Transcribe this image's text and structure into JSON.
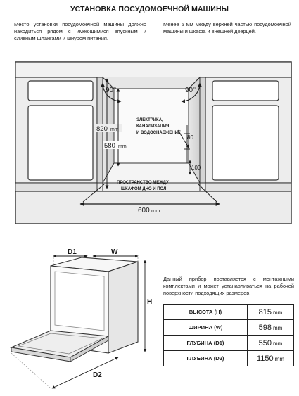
{
  "title": "УСТАНОВКА ПОСУДОМОЕЧНОЙ МАШИНЫ",
  "intro_left": "Место установки посудомоечной машины должно находиться рядом с имеющимися впускным и сливным шлангами и шнуром питания.",
  "intro_right": "Менее 5 мм между верхней частью посудомоечной машины и шкафа и внешней дверцей.",
  "top_diagram": {
    "angle_left": "90°",
    "angle_right": "90°",
    "height_820": "820",
    "height_580": "580",
    "unit_mm": "mm",
    "utilities_line1": "ЭЛЕКТРИКА,",
    "utilities_line2": "КАНАЛИЗАЦИЯ",
    "utilities_line3": "И ВОДОСНАБЖЕНИЕ",
    "dim_80": "80",
    "dim_100": "100",
    "space_line1": "ПРОСТРАНСТВО МЕЖДУ",
    "space_line2": "ШКАФОМ ДНО И ПОЛ",
    "width_600": "600",
    "width_unit": "mm"
  },
  "bottom_diagram": {
    "label_d1": "D1",
    "label_w": "W",
    "label_h": "H",
    "label_d2": "D2"
  },
  "note": "Данный прибор поставляется с монтажными комплектами и может устанавливаться на рабочей поверхности подходящих размеров.",
  "specs": [
    {
      "label": "ВЫСОТА (H)",
      "value": "815",
      "unit": "mm"
    },
    {
      "label": "ШИРИНА (W)",
      "value": "598",
      "unit": "mm"
    },
    {
      "label": "ГЛУБИНА (D1)",
      "value": "550",
      "unit": "mm"
    },
    {
      "label": "ГЛУБИНА (D2)",
      "value": "1150",
      "unit": "mm"
    }
  ]
}
